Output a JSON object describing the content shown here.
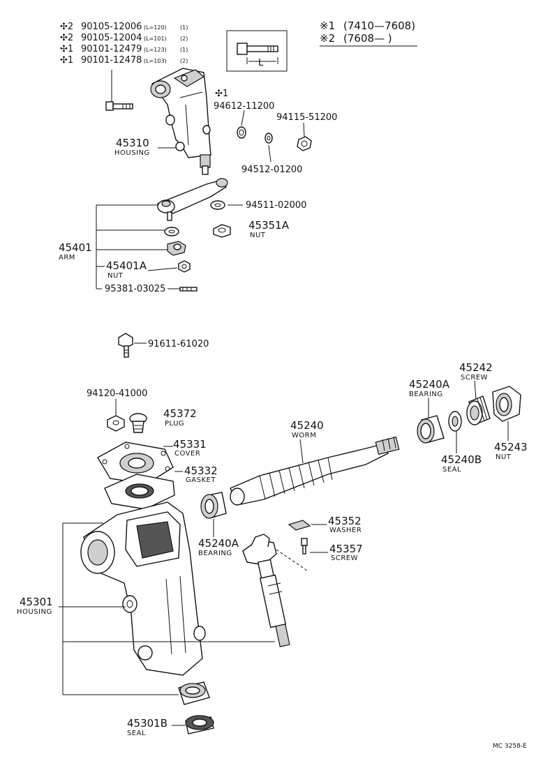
{
  "legend": {
    "bolts": [
      {
        "mark": "✣2",
        "part": "90105-12006",
        "spec": "(L=120)",
        "qty": "(1)"
      },
      {
        "mark": "✣2",
        "part": "90105-12004",
        "spec": "(L=101)",
        "qty": "(2)"
      },
      {
        "mark": "✣1",
        "part": "90101-12479",
        "spec": "(L=123)",
        "qty": "(1)"
      },
      {
        "mark": "✣1",
        "part": "90101-12478",
        "spec": "(L=103)",
        "qty": "(2)"
      }
    ],
    "dimension_label": "L",
    "notes": [
      {
        "mark": "※1",
        "range": "(7410—7608)"
      },
      {
        "mark": "※2",
        "range": "(7608—      )"
      }
    ],
    "star1": "✣1"
  },
  "parts": {
    "p94612": {
      "num": "94612-11200"
    },
    "p94115": {
      "num": "94115-51200"
    },
    "p94512": {
      "num": "94512-01200"
    },
    "p45310": {
      "num": "45310",
      "name": "HOUSING"
    },
    "p94511": {
      "num": "94511-02000"
    },
    "p45351A": {
      "num": "45351A",
      "name": "NUT"
    },
    "p45401": {
      "num": "45401",
      "name": "ARM"
    },
    "p45401A": {
      "num": "45401A",
      "name": "NUT"
    },
    "p95381": {
      "num": "95381-03025"
    },
    "p91611": {
      "num": "91611-61020"
    },
    "p94120": {
      "num": "94120-41000"
    },
    "p45372": {
      "num": "45372",
      "name": "PLUG"
    },
    "p45331": {
      "num": "45331",
      "name": "COVER"
    },
    "p45332": {
      "num": "45332",
      "name": "GASKET"
    },
    "p45240": {
      "num": "45240",
      "name": "WORM"
    },
    "p45240A_top": {
      "num": "45240A",
      "name": "BEARING"
    },
    "p45242": {
      "num": "45242",
      "name": "SCREW"
    },
    "p45243": {
      "num": "45243",
      "name": "NUT"
    },
    "p45240B": {
      "num": "45240B",
      "name": "SEAL"
    },
    "p45240A_low": {
      "num": "45240A",
      "name": "BEARING"
    },
    "p45352": {
      "num": "45352",
      "name": "WASHER"
    },
    "p45357": {
      "num": "45357",
      "name": "SCREW"
    },
    "p45301": {
      "num": "45301",
      "name": "HOUSING"
    },
    "p45301B": {
      "num": "45301B",
      "name": "SEAL"
    }
  },
  "footer": {
    "code": "MC 3258-E"
  }
}
